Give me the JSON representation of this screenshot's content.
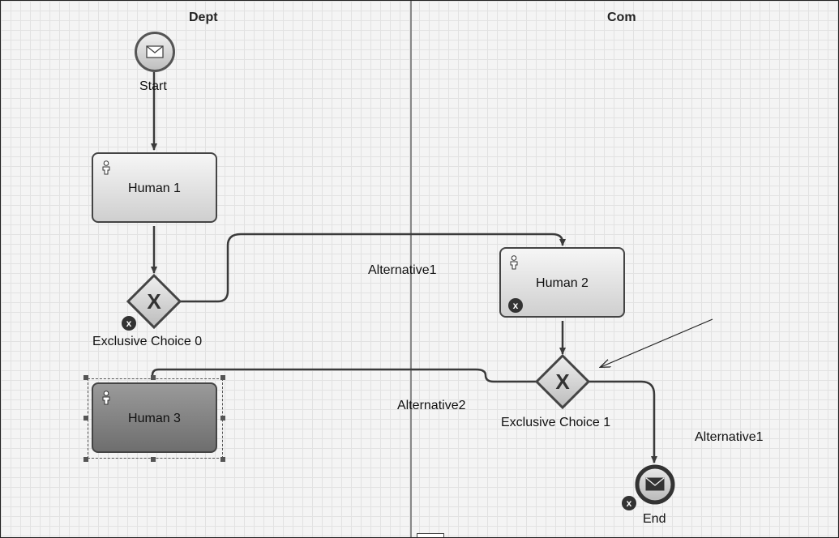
{
  "lanes": [
    {
      "title": "Dept"
    },
    {
      "title": "Com"
    }
  ],
  "events": {
    "start": {
      "label": "Start"
    },
    "end": {
      "label": "End"
    }
  },
  "tasks": [
    {
      "label": "Human 1"
    },
    {
      "label": "Human 2"
    },
    {
      "label": "Human 3"
    }
  ],
  "gateways": [
    {
      "label": "Exclusive Choice 0"
    },
    {
      "label": "Exclusive Choice 1"
    }
  ],
  "flow_labels": {
    "gw0_to_human2": "Alternative1",
    "gw1_to_human3": "Alternative2",
    "gw1_to_end": "Alternative1"
  },
  "badges": {
    "remove": "x"
  },
  "colors": {
    "line": "#3a3a3a",
    "task_fill": "#dcdcdc",
    "selected_fill": "#7d7d7d"
  }
}
